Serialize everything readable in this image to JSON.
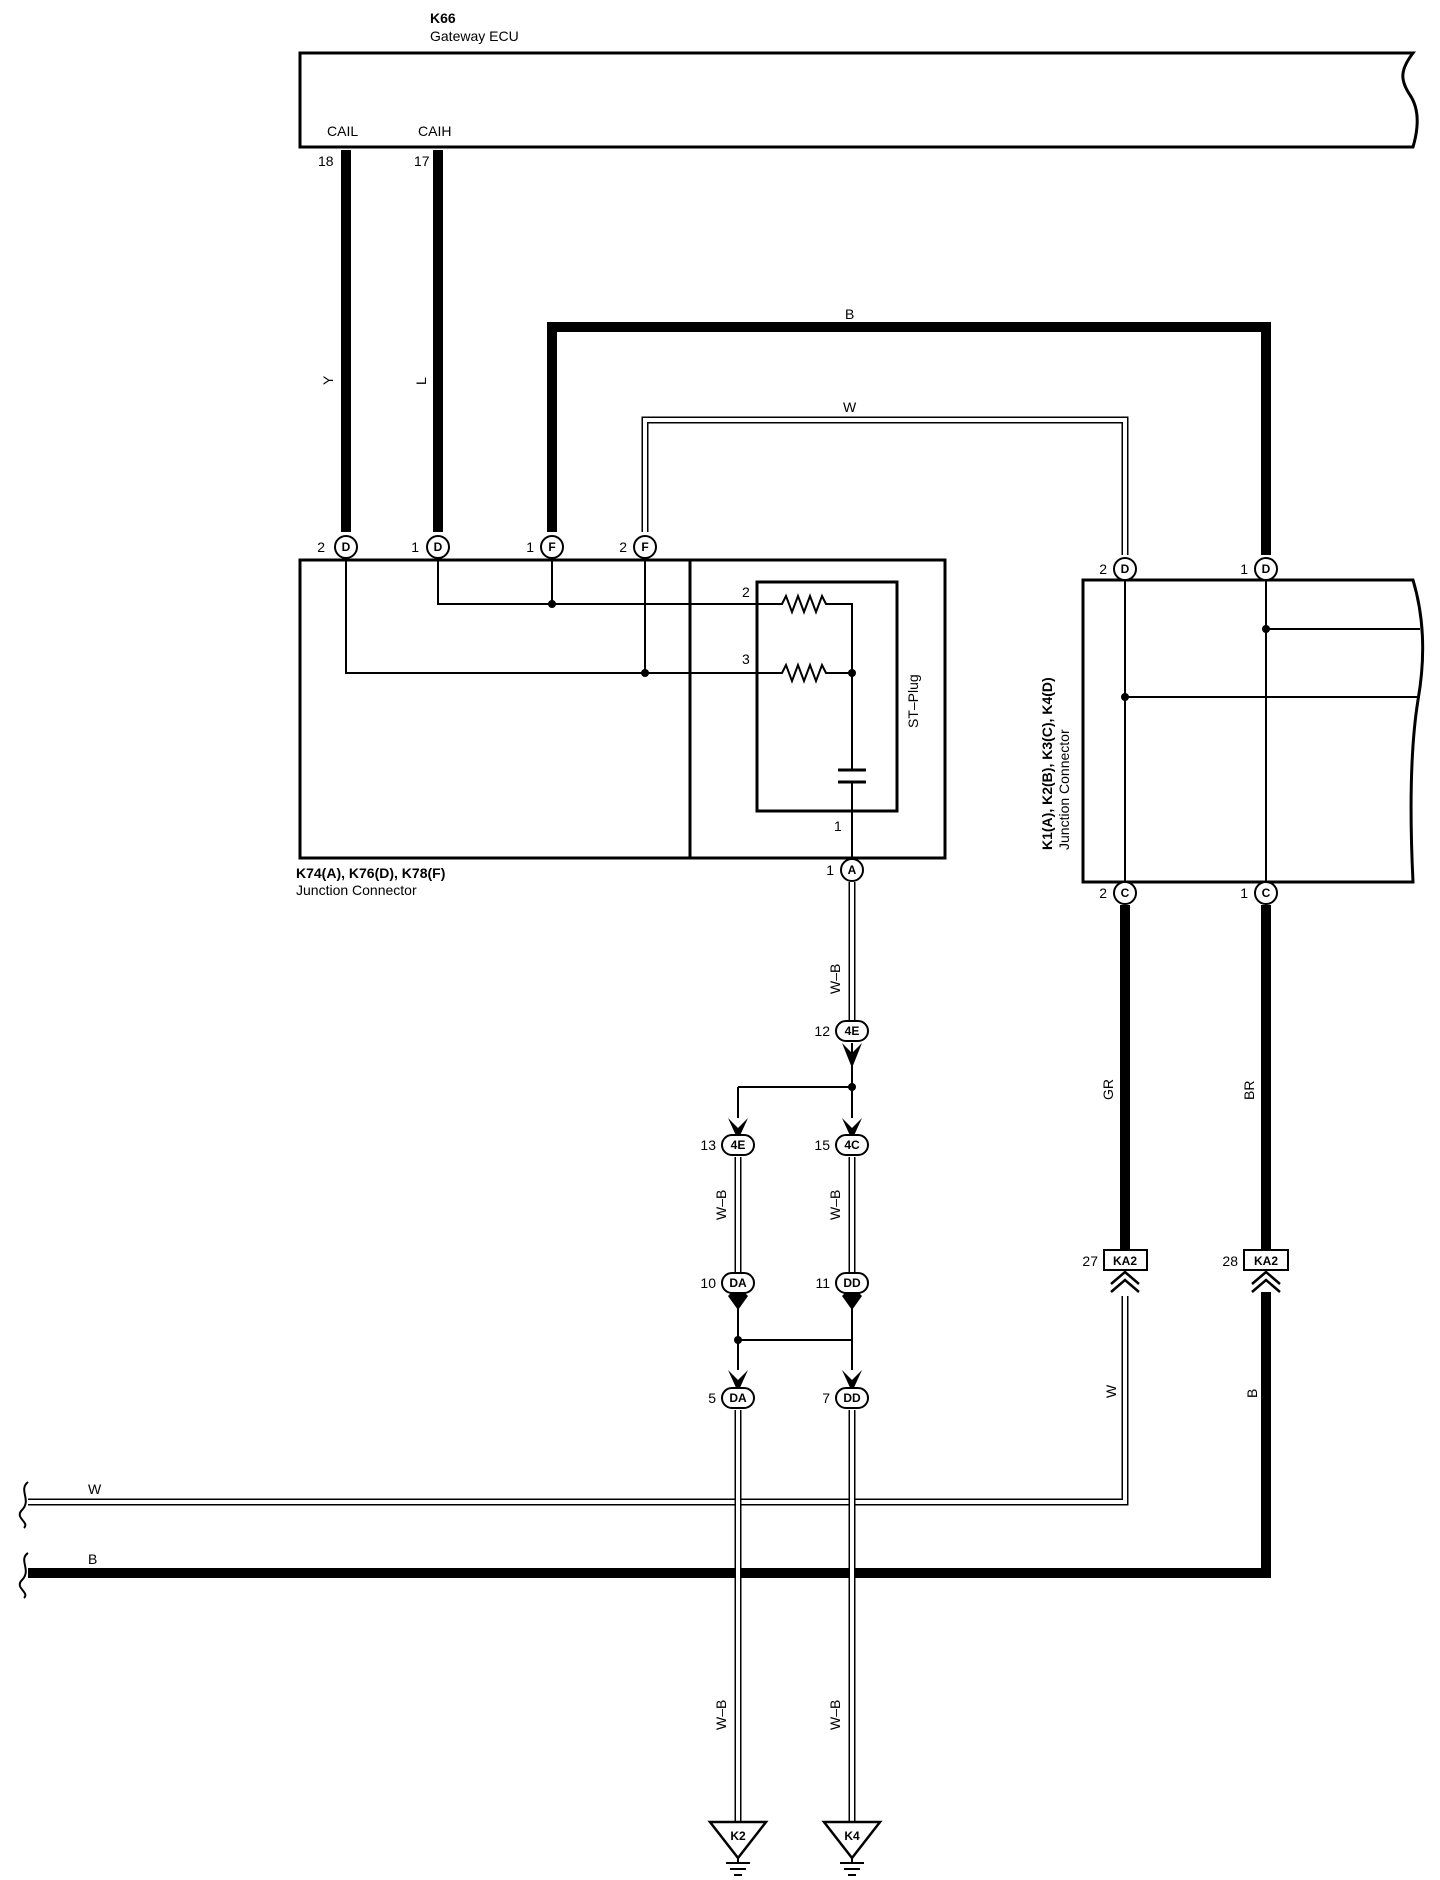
{
  "gateway_ecu": {
    "id": "K66",
    "name": "Gateway ECU",
    "pins": [
      {
        "pin": "18",
        "name": "CAIL",
        "wire_color": "Y"
      },
      {
        "pin": "17",
        "name": "CAIH",
        "wire_color": "L"
      }
    ]
  },
  "junction_left": {
    "id_line": "K74(A), K76(D), K78(F)",
    "name": "Junction Connector",
    "top_pins": [
      {
        "pin": "2",
        "connector": "D"
      },
      {
        "pin": "1",
        "connector": "D"
      },
      {
        "pin": "1",
        "connector": "F"
      },
      {
        "pin": "2",
        "connector": "F"
      }
    ],
    "bottom_pin": {
      "pin": "1",
      "connector": "A"
    },
    "st_plug": {
      "label": "ST–Plug",
      "pins": [
        "2",
        "3",
        "1"
      ]
    }
  },
  "junction_right": {
    "id_line": "K1(A), K2(B), K3(C), K4(D)",
    "name": "Junction Connector",
    "top_pins": [
      {
        "pin": "2",
        "connector": "D"
      },
      {
        "pin": "1",
        "connector": "D"
      }
    ],
    "bottom_pins": [
      {
        "pin": "2",
        "connector": "C",
        "wire_color": "GR"
      },
      {
        "pin": "1",
        "connector": "C",
        "wire_color": "BR"
      }
    ]
  },
  "bridge_wires": [
    {
      "color": "B"
    },
    {
      "color": "W"
    }
  ],
  "ground_chain": {
    "wire_color": "W–B",
    "connectors": [
      {
        "pin": "12",
        "connector": "4E"
      },
      {
        "pin": "13",
        "connector": "4E"
      },
      {
        "pin": "15",
        "connector": "4C"
      },
      {
        "pin": "10",
        "connector": "DA"
      },
      {
        "pin": "11",
        "connector": "DD"
      },
      {
        "pin": "5",
        "connector": "DA"
      },
      {
        "pin": "7",
        "connector": "DD"
      }
    ],
    "grounds": [
      "K2",
      "K4"
    ]
  },
  "ka2_connectors": [
    {
      "pin": "27",
      "connector": "KA2",
      "wire_color": "W"
    },
    {
      "pin": "28",
      "connector": "KA2",
      "wire_color": "B"
    }
  ],
  "bus_lines": [
    {
      "color": "W"
    },
    {
      "color": "B"
    }
  ]
}
